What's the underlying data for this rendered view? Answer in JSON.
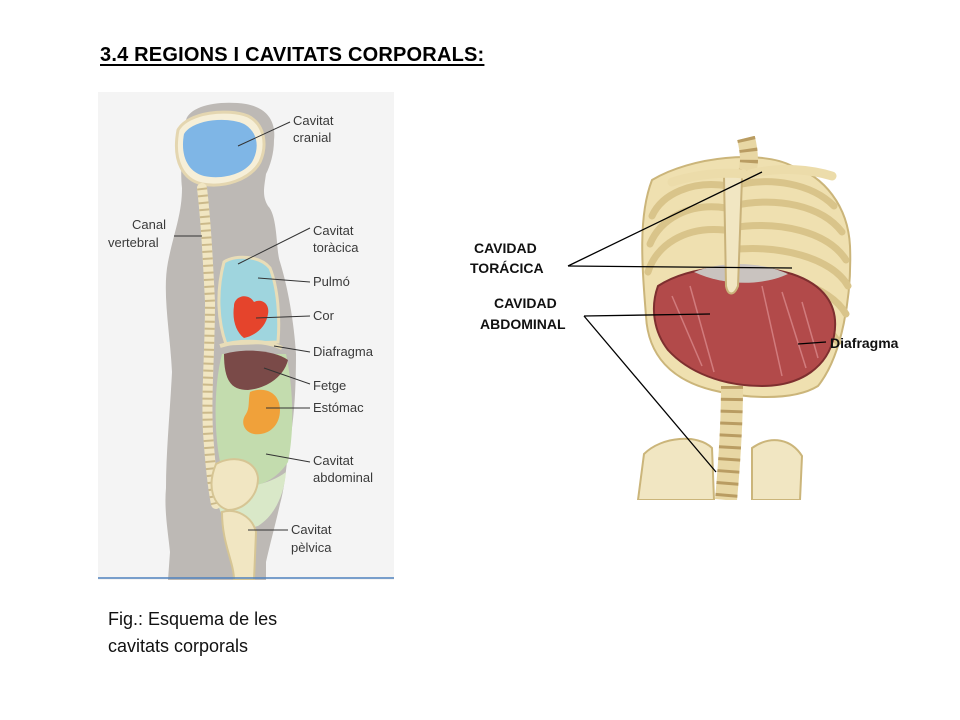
{
  "title": "3.4 REGIONS I CAVITATS CORPORALS:",
  "figure_left": {
    "labels": {
      "cavitat_cranial": [
        "Cavitat",
        "cranial"
      ],
      "canal_vertebral": [
        "Canal",
        "vertebral"
      ],
      "cavitat_toracica": [
        "Cavitat",
        "toràcica"
      ],
      "pulmo": "Pulmó",
      "cor": "Cor",
      "diafragma": "Diafragma",
      "fetge": "Fetge",
      "estomac": "Estómac",
      "cavitat_abdominal": [
        "Cavitat",
        "abdominal"
      ],
      "cavitat_pelvica": [
        "Cavitat",
        "pèlvica"
      ]
    }
  },
  "figure_right": {
    "labels": {
      "cavidad_toracica": [
        "CAVIDAD",
        "TORÁCICA"
      ],
      "cavidad_abdominal": [
        "CAVIDAD",
        "ABDOMINAL"
      ],
      "diafragma": "Diafragma"
    }
  },
  "caption": [
    "Fig.: Esquema de les",
    "cavitats corporals"
  ],
  "colors": {
    "body_silhouette": "#b9b5b1",
    "brain_cavity": "#7fb6e6",
    "thoracic_cavity": "#9fd5de",
    "heart": "#e5442c",
    "liver": "#7a4a48",
    "stomach": "#f0a13a",
    "abdominal_cavity": "#c3dcae",
    "bone": "#f1e6c2",
    "diaphragm_muscle": "#b24a4a"
  }
}
